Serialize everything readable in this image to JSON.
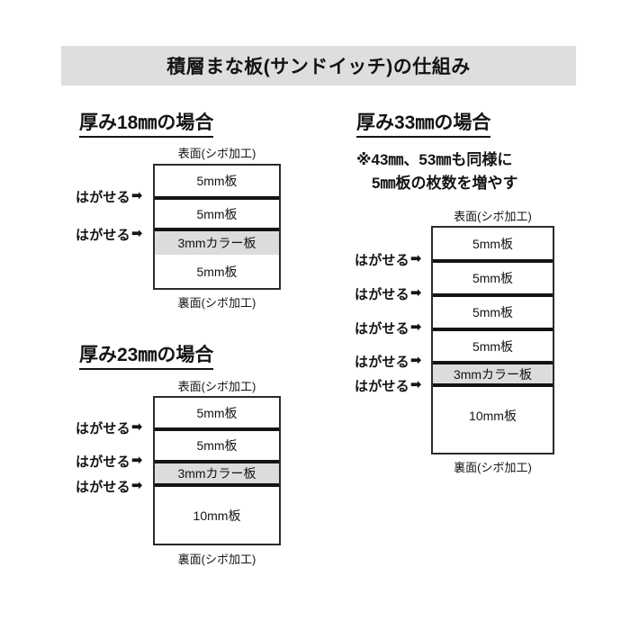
{
  "title": "積層まな板(サンドイッチ)の仕組み",
  "colors": {
    "title_band_bg": "#dedede",
    "color_board_fill": "#dcdcdc",
    "stroke": "#2b2b2b",
    "separator": "#141414",
    "page_bg": "#ffffff"
  },
  "labels": {
    "front_face": "表面(シボ加工)",
    "back_face": "裏面(シボ加工)",
    "peelable": "はがせる",
    "arrow_glyph": "➡"
  },
  "sections": [
    {
      "id": "thickness-18",
      "heading": "厚み18㎜の場合",
      "front_face": "表面(シボ加工)",
      "back_face": "裏面(シボ加工)",
      "layers": [
        {
          "label": "5mm板",
          "type": "plain",
          "peelable_above": false
        },
        {
          "label": "5mm板",
          "type": "plain",
          "peelable_above": true
        },
        {
          "label": "3mmカラー板",
          "type": "color",
          "peelable_above": true
        },
        {
          "label": "5mm板",
          "type": "plain",
          "peelable_above": false
        }
      ]
    },
    {
      "id": "thickness-23",
      "heading": "厚み23㎜の場合",
      "front_face": "表面(シボ加工)",
      "back_face": "裏面(シボ加工)",
      "layers": [
        {
          "label": "5mm板",
          "type": "plain",
          "peelable_above": false
        },
        {
          "label": "5mm板",
          "type": "plain",
          "peelable_above": true
        },
        {
          "label": "3mmカラー板",
          "type": "color",
          "peelable_above": true
        },
        {
          "label": "10mm板",
          "type": "plain",
          "peelable_above": true
        }
      ]
    },
    {
      "id": "thickness-33",
      "heading": "厚み33㎜の場合",
      "note_line1": "※43㎜、53㎜も同様に",
      "note_line2": "　5㎜板の枚数を増やす",
      "front_face": "表面(シボ加工)",
      "back_face": "裏面(シボ加工)",
      "layers": [
        {
          "label": "5mm板",
          "type": "plain",
          "peelable_above": false
        },
        {
          "label": "5mm板",
          "type": "plain",
          "peelable_above": true
        },
        {
          "label": "5mm板",
          "type": "plain",
          "peelable_above": true
        },
        {
          "label": "5mm板",
          "type": "plain",
          "peelable_above": true
        },
        {
          "label": "3mmカラー板",
          "type": "color",
          "peelable_above": true
        },
        {
          "label": "10mm板",
          "type": "plain",
          "peelable_above": true
        }
      ]
    }
  ]
}
